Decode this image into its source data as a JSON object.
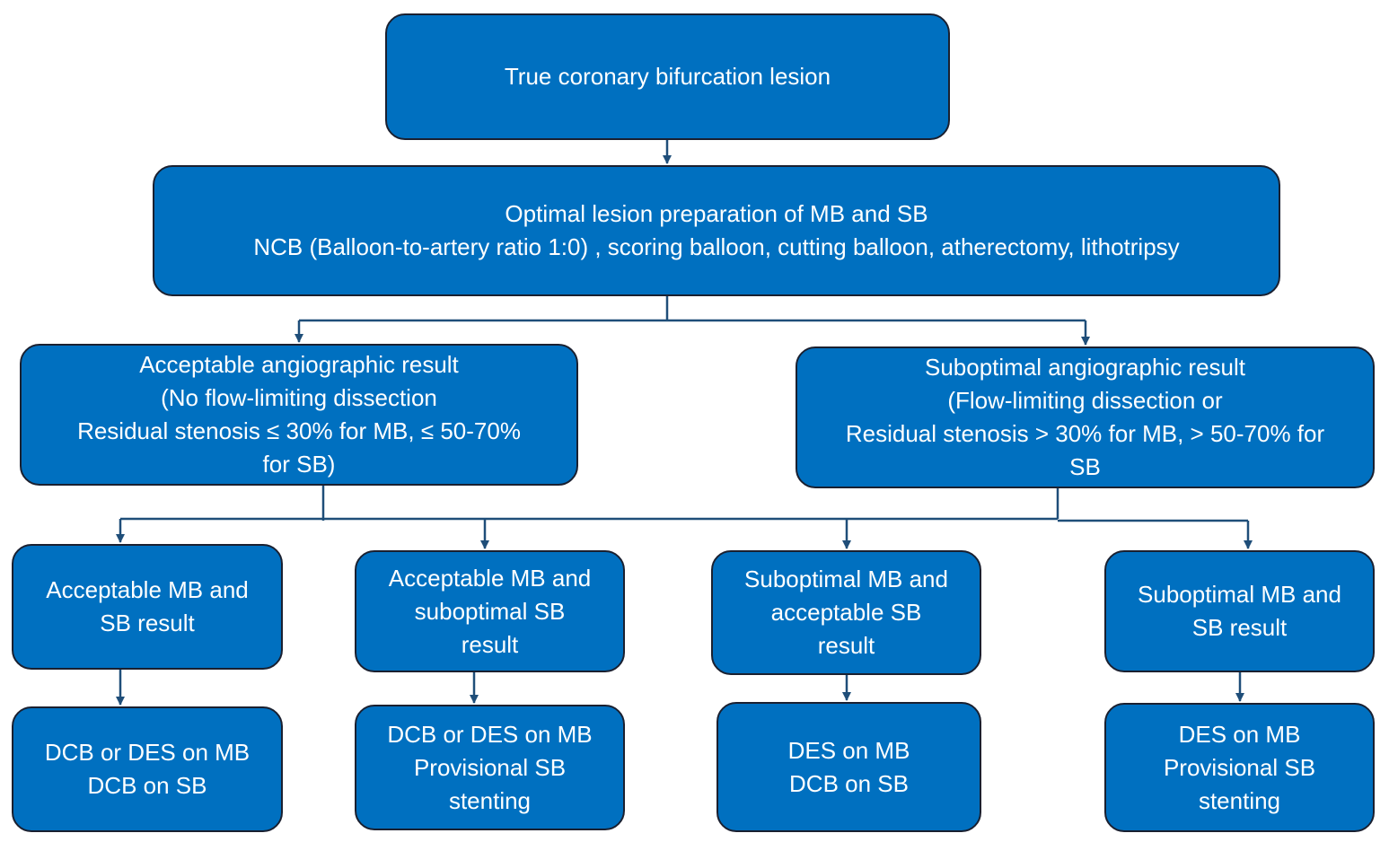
{
  "colors": {
    "box_fill": "#0070c0",
    "box_border": "#1a2030",
    "box_text": "#ffffff",
    "connector": "#1f4e79"
  },
  "flowchart": {
    "root": {
      "label": "True coronary bifurcation lesion"
    },
    "preparation": {
      "line1": "Optimal lesion preparation of MB and SB",
      "line2": "NCB (Balloon-to-artery ratio 1:0) , scoring balloon, cutting balloon, atherectomy, lithotripsy"
    },
    "acceptable_result": {
      "line1": "Acceptable angiographic result",
      "line2": "(No flow-limiting dissection",
      "line3": "Residual stenosis ≤ 30% for MB, ≤ 50-70%",
      "line4": "for SB)"
    },
    "suboptimal_result": {
      "line1": "Suboptimal angiographic result",
      "line2": "(Flow-limiting dissection or",
      "line3": "Residual stenosis > 30% for MB, > 50-70% for",
      "line4": "SB"
    },
    "outcomes": [
      {
        "lines": [
          "Acceptable MB and",
          "SB result"
        ]
      },
      {
        "lines": [
          "Acceptable MB and",
          "suboptimal SB",
          "result"
        ]
      },
      {
        "lines": [
          "Suboptimal MB and",
          "acceptable SB",
          "result"
        ]
      },
      {
        "lines": [
          "Suboptimal MB and",
          "SB result"
        ]
      }
    ],
    "treatments": [
      {
        "lines": [
          "DCB or DES on MB",
          "DCB on SB"
        ]
      },
      {
        "lines": [
          "DCB or DES on MB",
          "Provisional SB",
          "stenting"
        ]
      },
      {
        "lines": [
          "DES on MB",
          "DCB on SB"
        ]
      },
      {
        "lines": [
          "DES on MB",
          "Provisional SB",
          "stenting"
        ]
      }
    ]
  }
}
